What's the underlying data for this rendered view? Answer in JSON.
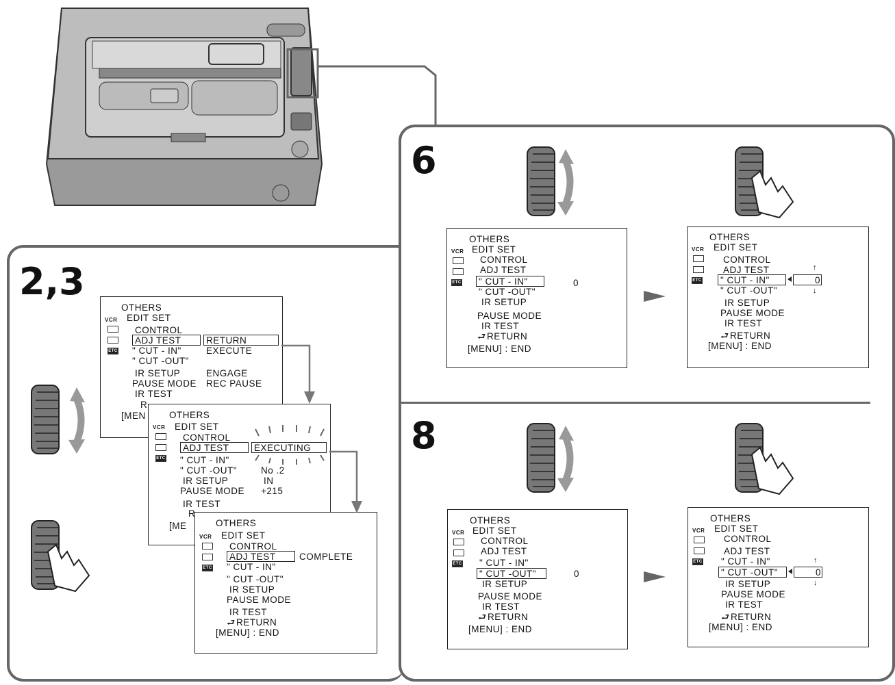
{
  "steps": {
    "s23": "2,3",
    "s6": "6",
    "s8": "8"
  },
  "menu": {
    "others": "OTHERS",
    "edit_set": "EDIT SET",
    "control": "CONTROL",
    "adj_test": "ADJ TEST",
    "cut_in": "\" CUT - IN\"",
    "cut_out": "\" CUT -OUT\"",
    "ir_setup": "IR SETUP",
    "pause_mode": "PAUSE MODE",
    "ir_test": "IR TEST",
    "return": "RETURN",
    "menu_end": "[MENU] : END",
    "vcr": "VCR",
    "etc": "ETC"
  },
  "options": {
    "return": "RETURN",
    "execute": "EXECUTE",
    "engage": "ENGAGE",
    "rec_pause": "REC PAUSE",
    "executing": "EXECUTING",
    "no": "No .2",
    "in": "IN",
    "value": "+215",
    "complete": "COMPLETE",
    "zero": "0",
    "zero_cursor": "0"
  },
  "truncated": {
    "r": "R",
    "men": "[MEN",
    "me": "[ME"
  }
}
